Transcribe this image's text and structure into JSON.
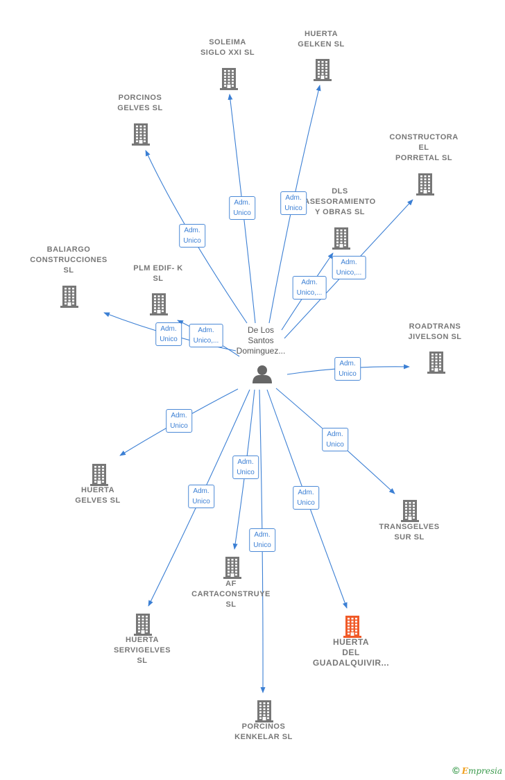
{
  "center": {
    "name_lines": [
      "De Los",
      "Santos",
      "Dominguez..."
    ],
    "icon": "person-icon"
  },
  "nodes": [
    {
      "id": "soleima",
      "lines": [
        "SOLEIMA",
        "SIGLO XXI  SL"
      ],
      "icon": "building-icon",
      "color": "#777777"
    },
    {
      "id": "huerta-gelken",
      "lines": [
        "HUERTA",
        "GELKEN  SL"
      ],
      "icon": "building-icon",
      "color": "#777777"
    },
    {
      "id": "porcinos-gelves",
      "lines": [
        "PORCINOS",
        "GELVES  SL"
      ],
      "icon": "building-icon",
      "color": "#777777"
    },
    {
      "id": "constructora-porretal",
      "lines": [
        "CONSTRUCTORA",
        "EL",
        "PORRETAL  SL"
      ],
      "icon": "building-icon",
      "color": "#777777"
    },
    {
      "id": "dls-asesoramiento",
      "lines": [
        "DLS",
        "ASESORAMIENTO",
        "Y OBRAS  SL"
      ],
      "icon": "building-icon",
      "color": "#777777"
    },
    {
      "id": "baliargo",
      "lines": [
        "BALIARGO",
        "CONSTRUCCIONES",
        "SL"
      ],
      "icon": "building-icon",
      "color": "#777777"
    },
    {
      "id": "plm-edif",
      "lines": [
        "PLM EDIF- K",
        "SL"
      ],
      "icon": "building-icon",
      "color": "#777777"
    },
    {
      "id": "roadtrans",
      "lines": [
        "ROADTRANS",
        "JIVELSON  SL"
      ],
      "icon": "building-icon",
      "color": "#777777"
    },
    {
      "id": "huerta-gelves",
      "lines": [
        "HUERTA",
        "GELVES  SL"
      ],
      "icon": "building-icon",
      "color": "#777777"
    },
    {
      "id": "transgelves",
      "lines": [
        "TRANSGELVES",
        "SUR  SL"
      ],
      "icon": "building-icon",
      "color": "#777777"
    },
    {
      "id": "af-cartaconstruye",
      "lines": [
        "AF",
        "CARTACONSTRUYE",
        "SL"
      ],
      "icon": "building-icon",
      "color": "#777777"
    },
    {
      "id": "huerta-servigelves",
      "lines": [
        "HUERTA",
        "SERVIGELVES",
        "SL"
      ],
      "icon": "building-icon",
      "color": "#777777"
    },
    {
      "id": "huerta-guadalquivir",
      "lines": [
        "HUERTA",
        "DEL",
        "GUADALQUIVIR..."
      ],
      "icon": "building-icon",
      "color": "#f05a28"
    },
    {
      "id": "porcinos-kenkelar",
      "lines": [
        "PORCINOS",
        "KENKELAR  SL"
      ],
      "icon": "building-icon",
      "color": "#777777"
    }
  ],
  "edges": [
    {
      "target": "soleima",
      "label_lines": [
        "Adm.",
        "Unico"
      ]
    },
    {
      "target": "huerta-gelken",
      "label_lines": [
        "Adm.",
        "Unico"
      ]
    },
    {
      "target": "porcinos-gelves",
      "label_lines": [
        "Adm.",
        "Unico"
      ]
    },
    {
      "target": "constructora-porretal",
      "label_lines": [
        "Adm.",
        "Unico,..."
      ]
    },
    {
      "target": "dls-asesoramiento",
      "label_lines": [
        "Adm.",
        "Unico,..."
      ]
    },
    {
      "target": "baliargo",
      "label_lines": [
        "Adm.",
        "Unico"
      ]
    },
    {
      "target": "plm-edif",
      "label_lines": [
        "Adm.",
        "Unico,..."
      ]
    },
    {
      "target": "roadtrans",
      "label_lines": [
        "Adm.",
        "Unico"
      ]
    },
    {
      "target": "huerta-gelves",
      "label_lines": [
        "Adm.",
        "Unico"
      ]
    },
    {
      "target": "transgelves",
      "label_lines": [
        "Adm.",
        "Unico"
      ]
    },
    {
      "target": "af-cartaconstruye",
      "label_lines": [
        "Adm.",
        "Unico"
      ]
    },
    {
      "target": "huerta-servigelves",
      "label_lines": [
        "Adm.",
        "Unico"
      ]
    },
    {
      "target": "huerta-guadalquivir",
      "label_lines": [
        "Adm.",
        "Unico"
      ]
    },
    {
      "target": "porcinos-kenkelar",
      "label_lines": [
        "Adm.",
        "Unico"
      ]
    }
  ],
  "colors": {
    "edge": "#3b7fd4",
    "node": "#777777",
    "focus": "#f05a28"
  },
  "brand": {
    "copyright": "©",
    "initial": "E",
    "rest": "mpresia"
  }
}
